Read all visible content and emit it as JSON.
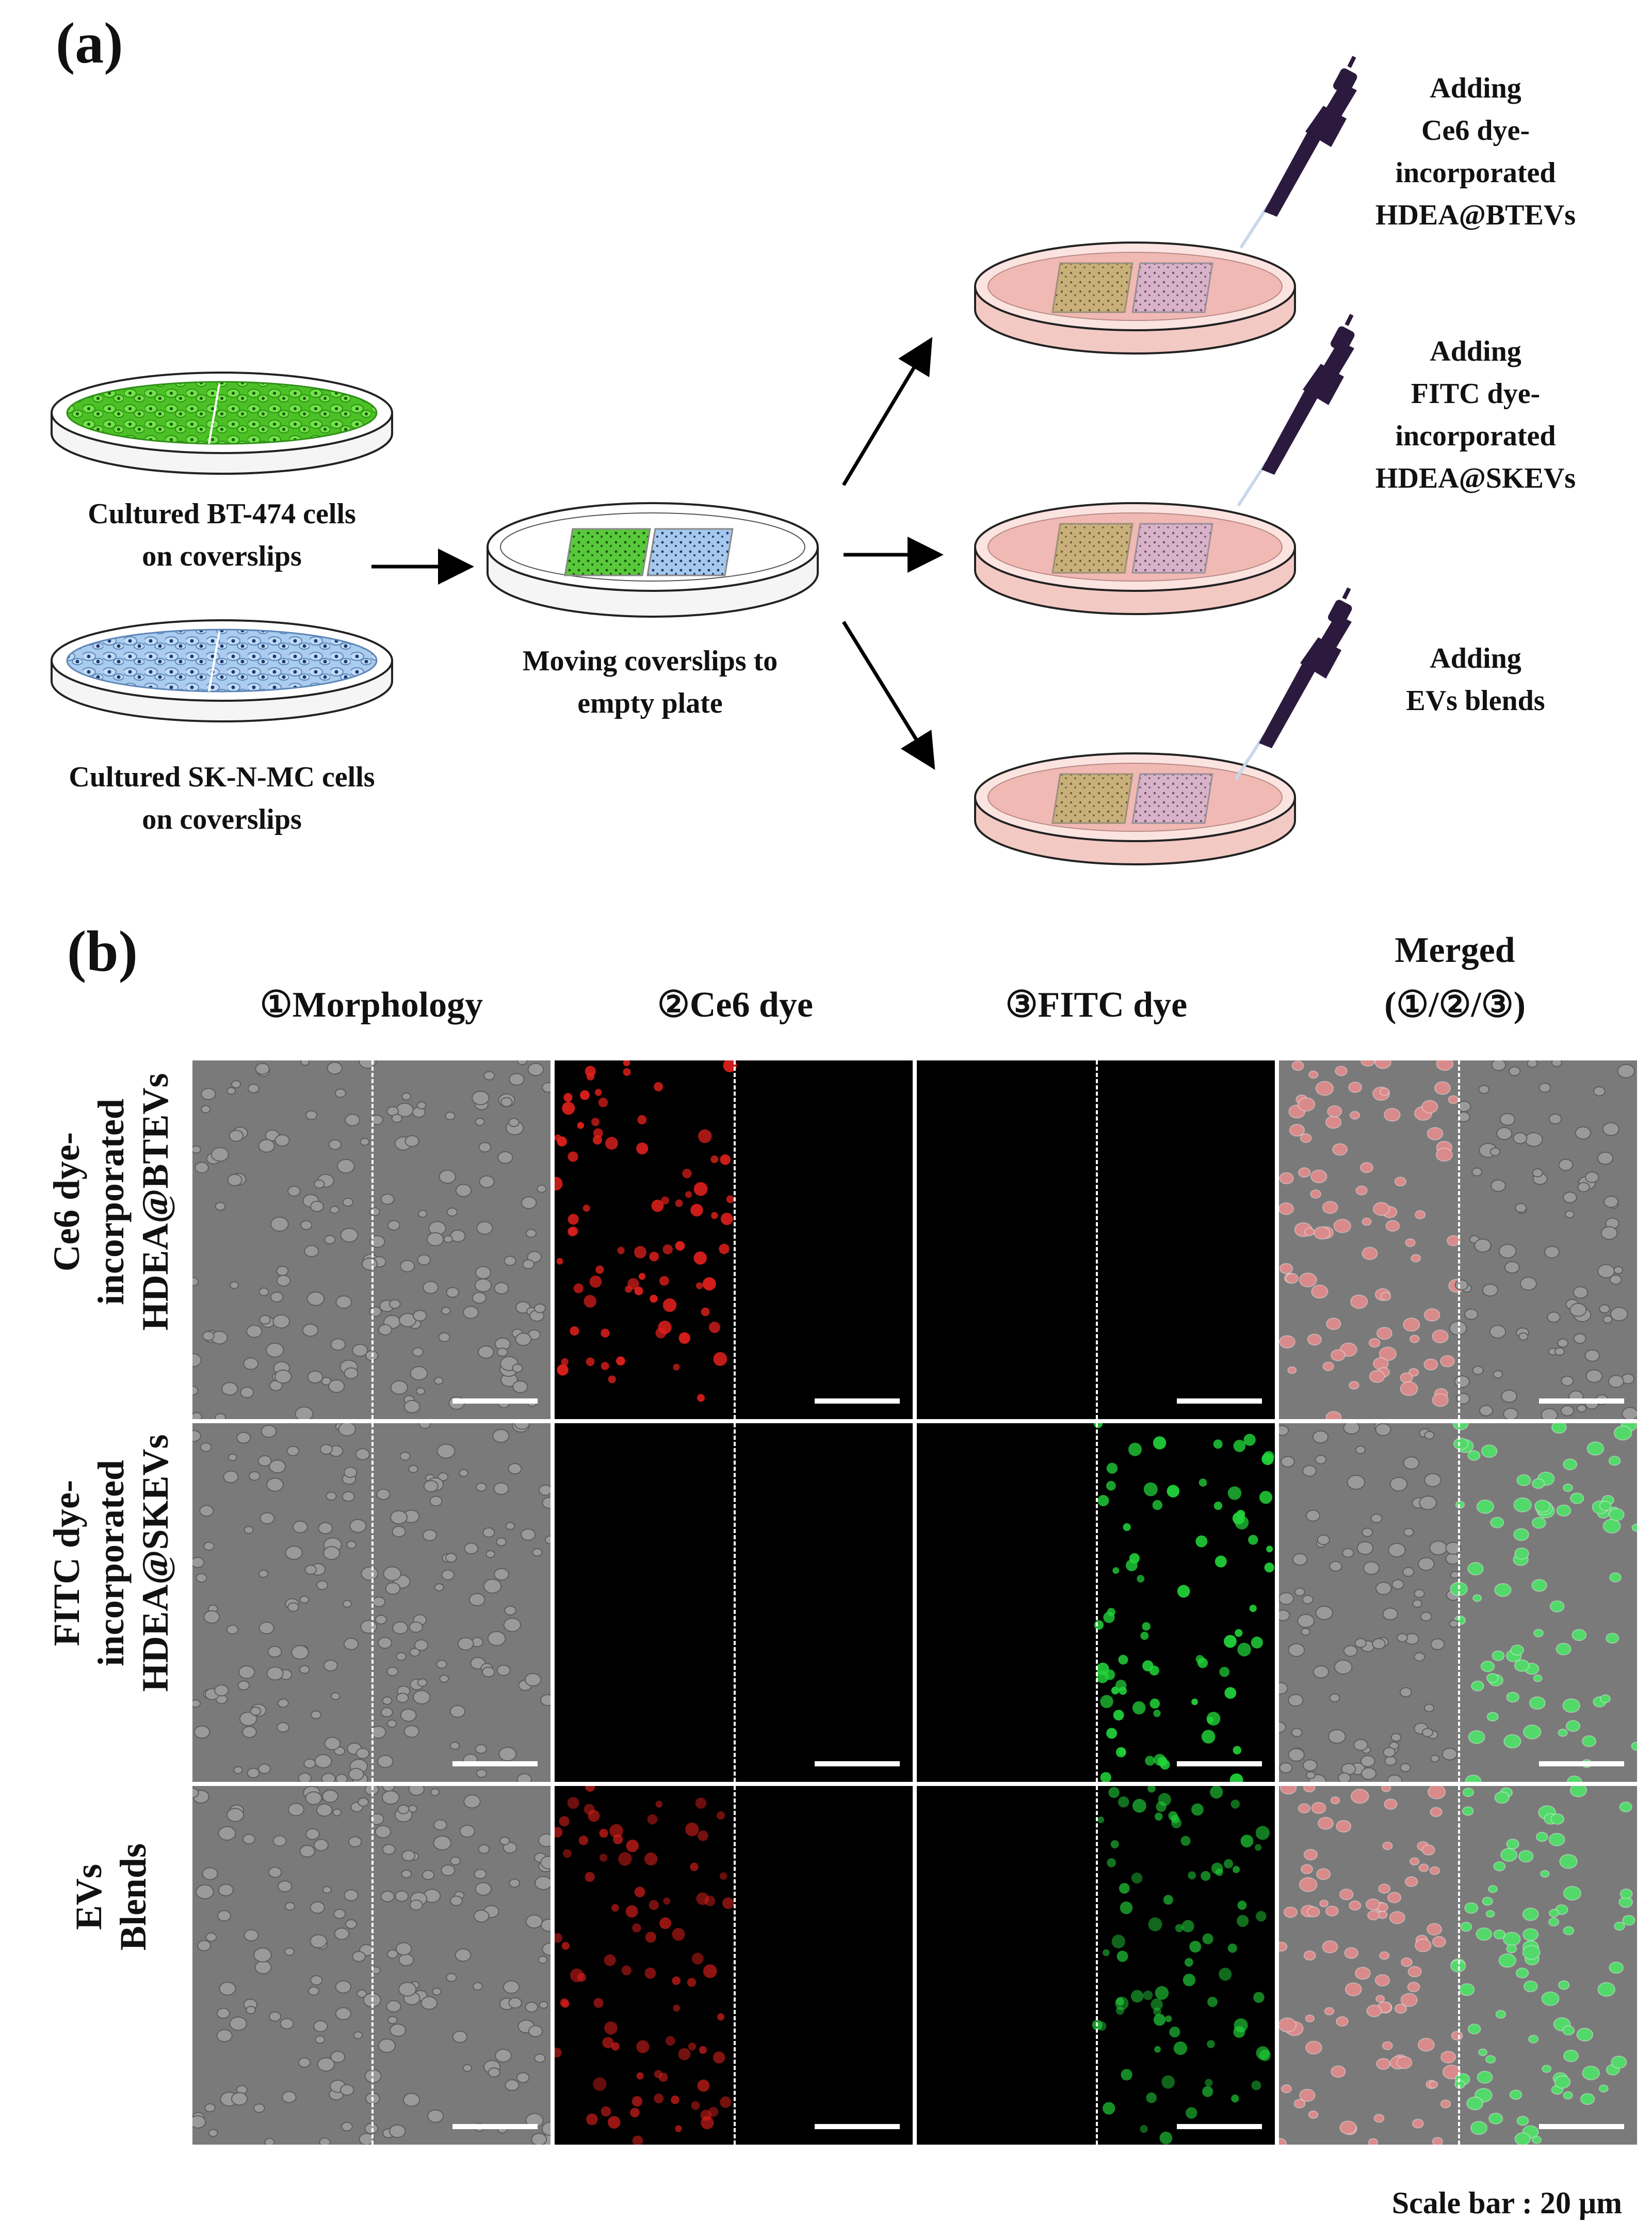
{
  "panel_a": {
    "label": "(a)",
    "left_dishes": {
      "top_caption": [
        "Cultured BT-474 cells",
        "on coverslips"
      ],
      "bottom_caption": [
        "Cultured SK-N-MC cells",
        "on coverslips"
      ]
    },
    "middle_caption": [
      "Moving coverslips to",
      "empty plate"
    ],
    "right": [
      {
        "lines": [
          "Adding",
          "Ce6 dye-",
          "incorporated",
          "HDEA@BTEVs"
        ]
      },
      {
        "lines": [
          "Adding",
          "FITC dye-",
          "incorporated",
          "HDEA@SKEVs"
        ]
      },
      {
        "lines": [
          "Adding",
          "EVs blends"
        ]
      }
    ],
    "colors": {
      "green_cells": "#5bd335",
      "blue_cells": "#9fc4ea",
      "pink_media": "#f3c4c0",
      "pipette": "#2c1a3e"
    }
  },
  "panel_b": {
    "label": "(b)",
    "columns": [
      "①Morphology",
      "②Ce6 dye",
      "③FITC dye",
      "Merged",
      "(①/②/③)"
    ],
    "rows": [
      {
        "lines": [
          "Ce6 dye-",
          "incorporated",
          "HDEA@BTEVs"
        ]
      },
      {
        "lines": [
          "FITC dye-",
          "incorporated",
          "HDEA@SKEVs"
        ]
      },
      {
        "lines": [
          "EVs",
          "Blends"
        ]
      }
    ],
    "scale_bar": "Scale bar : 20 μm",
    "colors": {
      "ce6": "#e0201c",
      "fitc": "#22d33a",
      "dic": "#7a7a7a"
    }
  }
}
